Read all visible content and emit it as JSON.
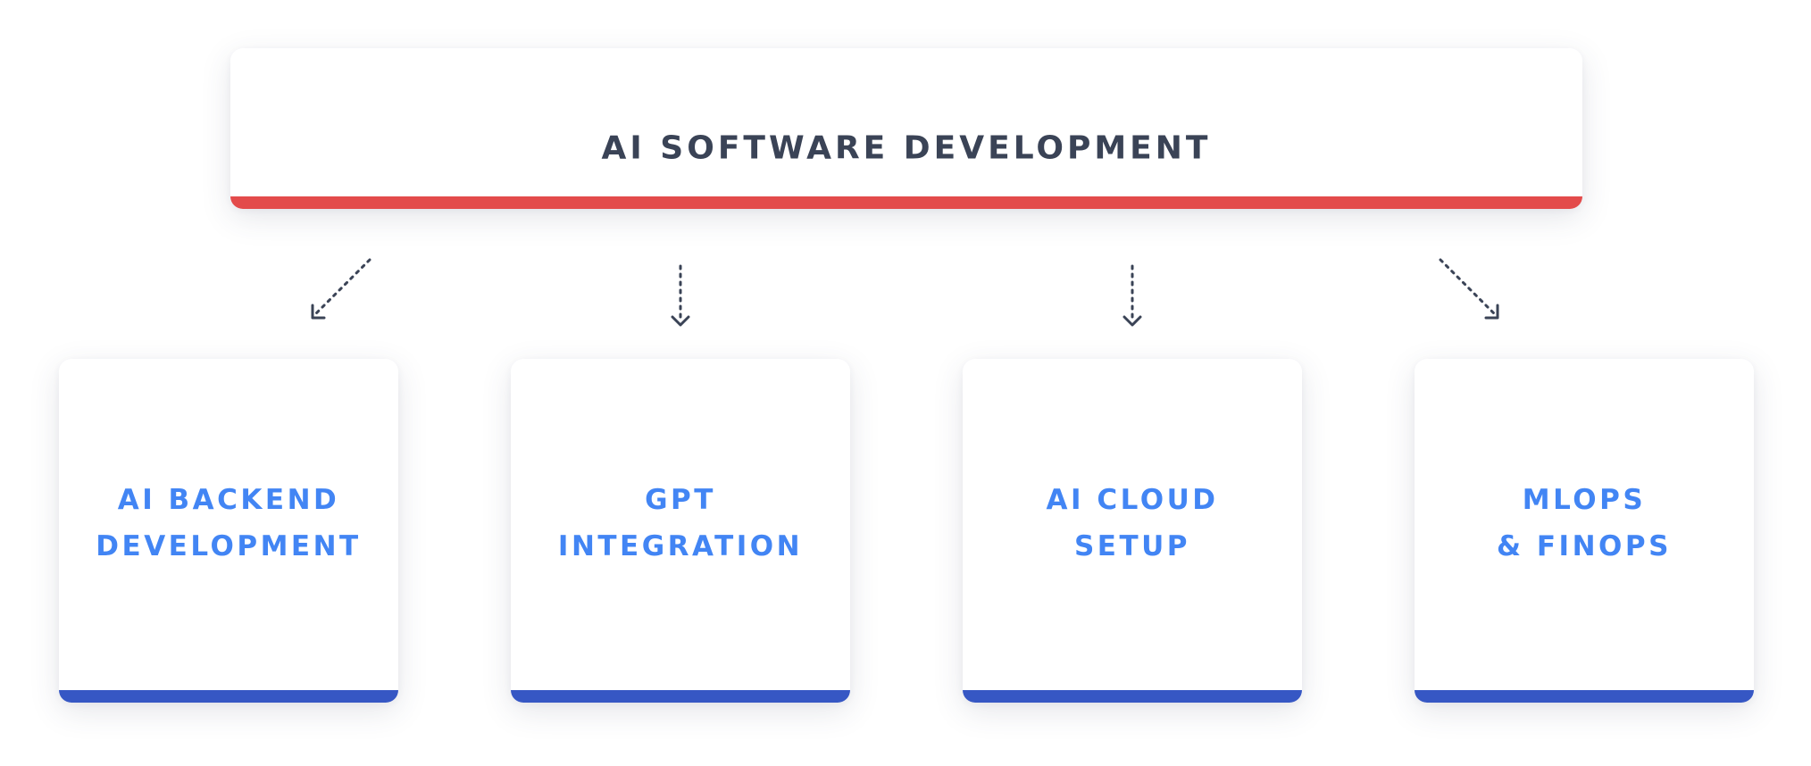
{
  "colors": {
    "title_text": "#3a4356",
    "child_text": "#4285f4",
    "top_accent": "#e34b4b",
    "child_accent": "#3657c4",
    "arrow": "#3a4356"
  },
  "root": {
    "title": "AI SOFTWARE DEVELOPMENT"
  },
  "children": [
    {
      "line1": "AI BACKEND",
      "line2": "DEVELOPMENT"
    },
    {
      "line1": "GPT",
      "line2": "INTEGRATION"
    },
    {
      "line1": "AI CLOUD",
      "line2": "SETUP"
    },
    {
      "line1": "MLOPS",
      "line2": "& FINOPS"
    }
  ]
}
